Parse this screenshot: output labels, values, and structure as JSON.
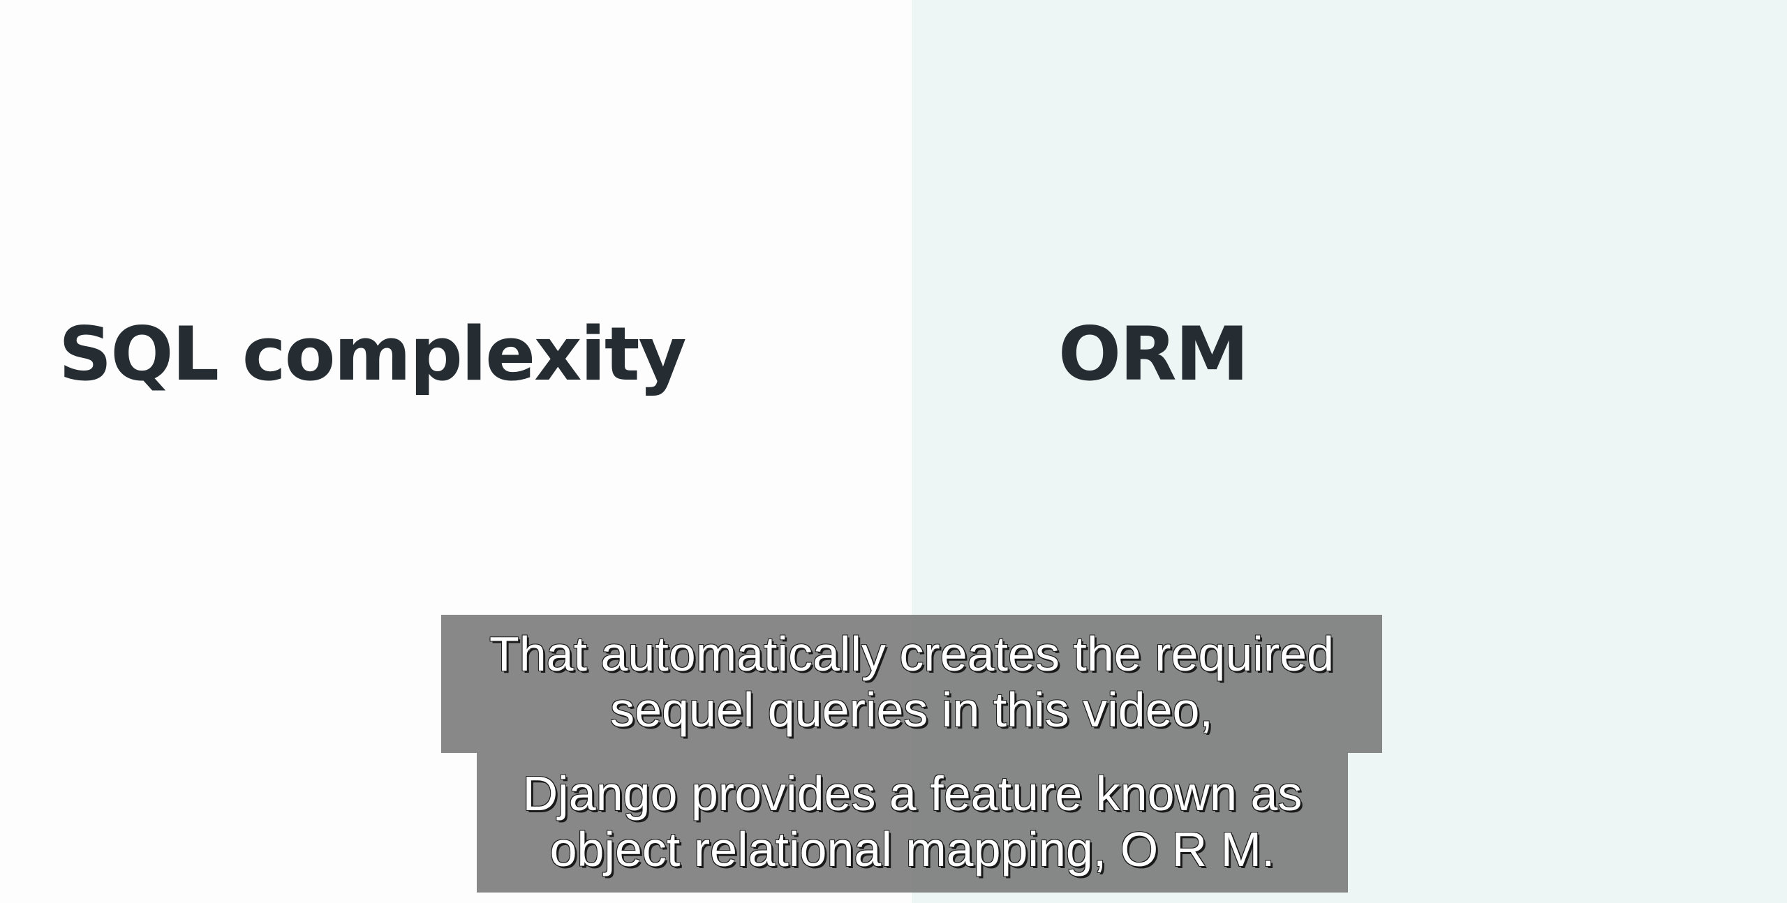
{
  "slide": {
    "left_heading": "SQL complexity",
    "right_heading": "ORM"
  },
  "captions": [
    {
      "lines": [
        "That automatically creates the required",
        "sequel queries in this video,"
      ]
    },
    {
      "lines": [
        "Django provides a feature known as",
        "object relational mapping, O R M."
      ]
    }
  ],
  "colors": {
    "left_background": "#fdfdfd",
    "right_background": "#edf5f5",
    "heading_text": "#252d33",
    "caption_background": "#787878",
    "caption_text": "#ffffff"
  }
}
